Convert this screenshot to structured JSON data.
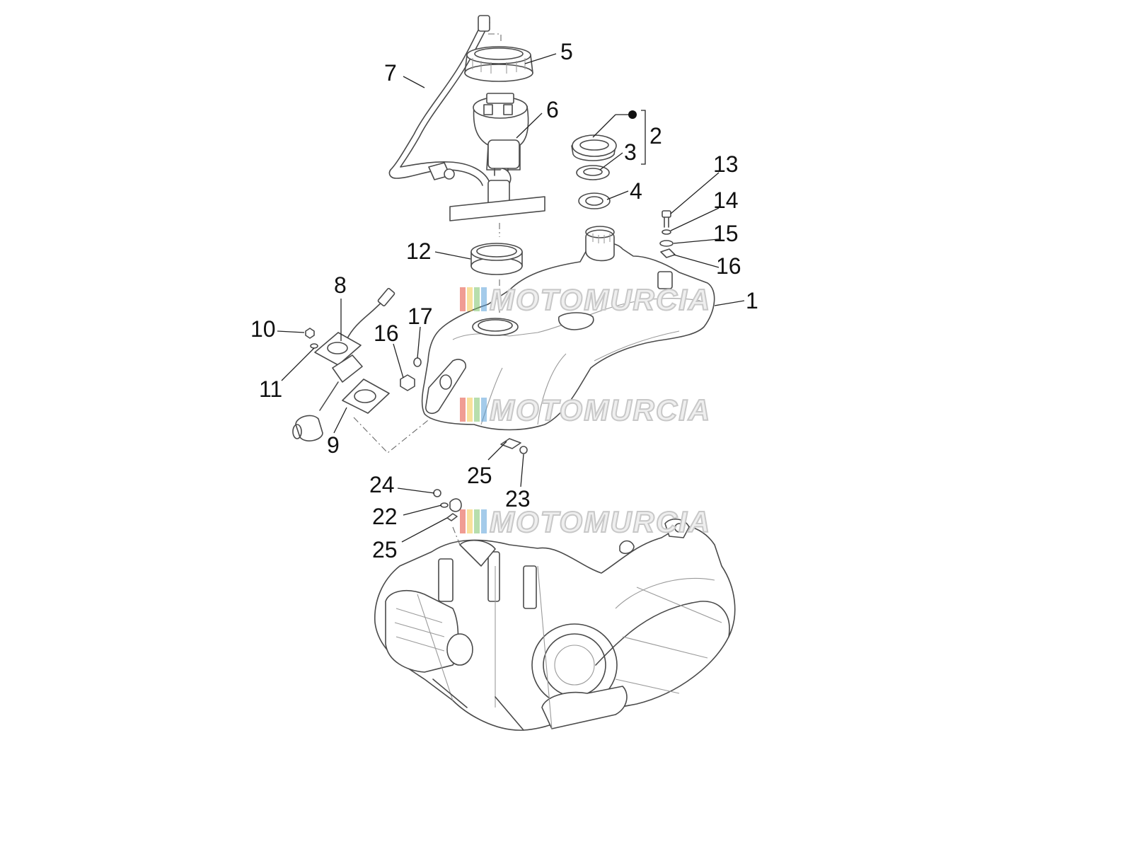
{
  "diagram": {
    "watermark": "MOTOMURCIA",
    "watermark_colors": [
      "#e34b3b",
      "#f2c84b",
      "#7cc26a",
      "#5aa0d8"
    ],
    "labels": [
      "1",
      "2",
      "3",
      "4",
      "5",
      "6",
      "7",
      "8",
      "9",
      "10",
      "11",
      "12",
      "13",
      "14",
      "15",
      "16",
      "16",
      "17",
      "22",
      "23",
      "24",
      "25",
      "25"
    ]
  }
}
